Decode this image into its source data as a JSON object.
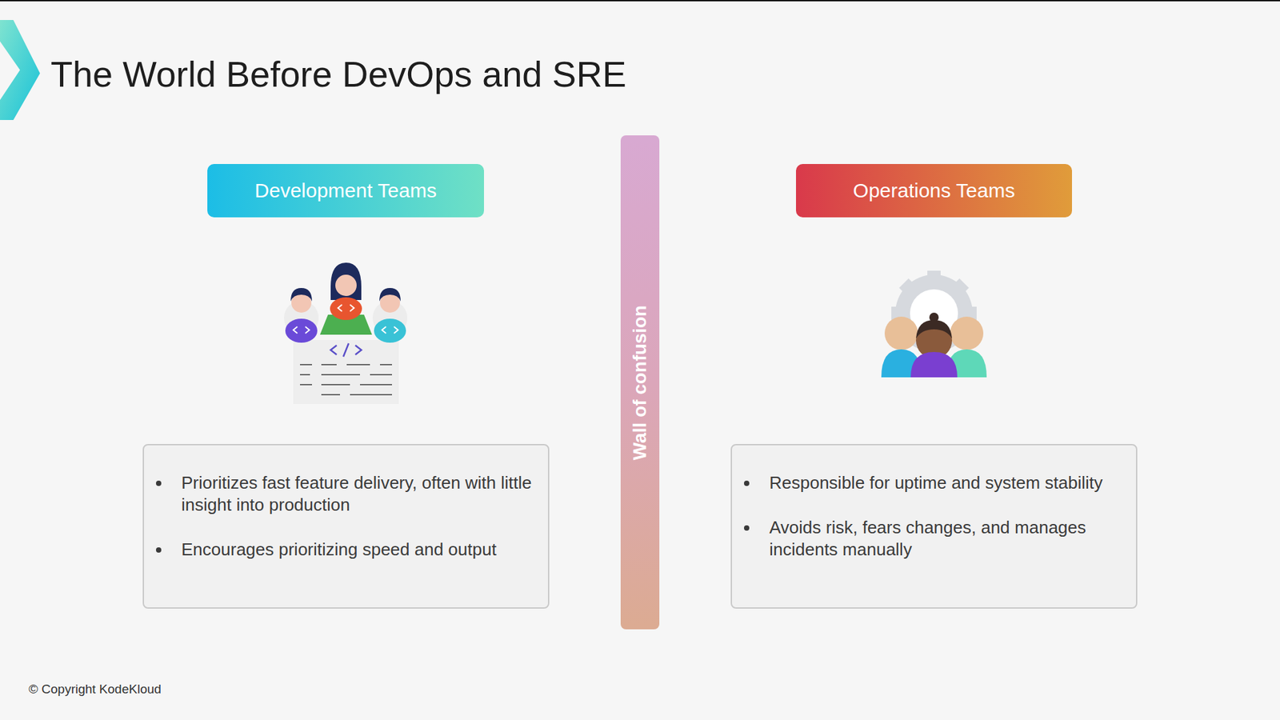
{
  "diagram": {
    "title": "The World Before DevOps and SRE",
    "nodes": [
      {
        "text": [
          "Development Teams"
        ]
      },
      {
        "text": [
          "Wall of confusion"
        ]
      },
      {
        "text": [
          "Operations Teams"
        ]
      },
      {
        "text": [
          "Prioritizes fast feature delivery, often with little insight into production",
          "Encourages prioritizing speed and output"
        ]
      },
      {
        "text": [
          "Responsible for uptime and system stability",
          "Avoids risk, fears changes, and manages incidents manually"
        ]
      }
    ],
    "labels": [
      "© Copyright KodeKloud"
    ]
  }
}
